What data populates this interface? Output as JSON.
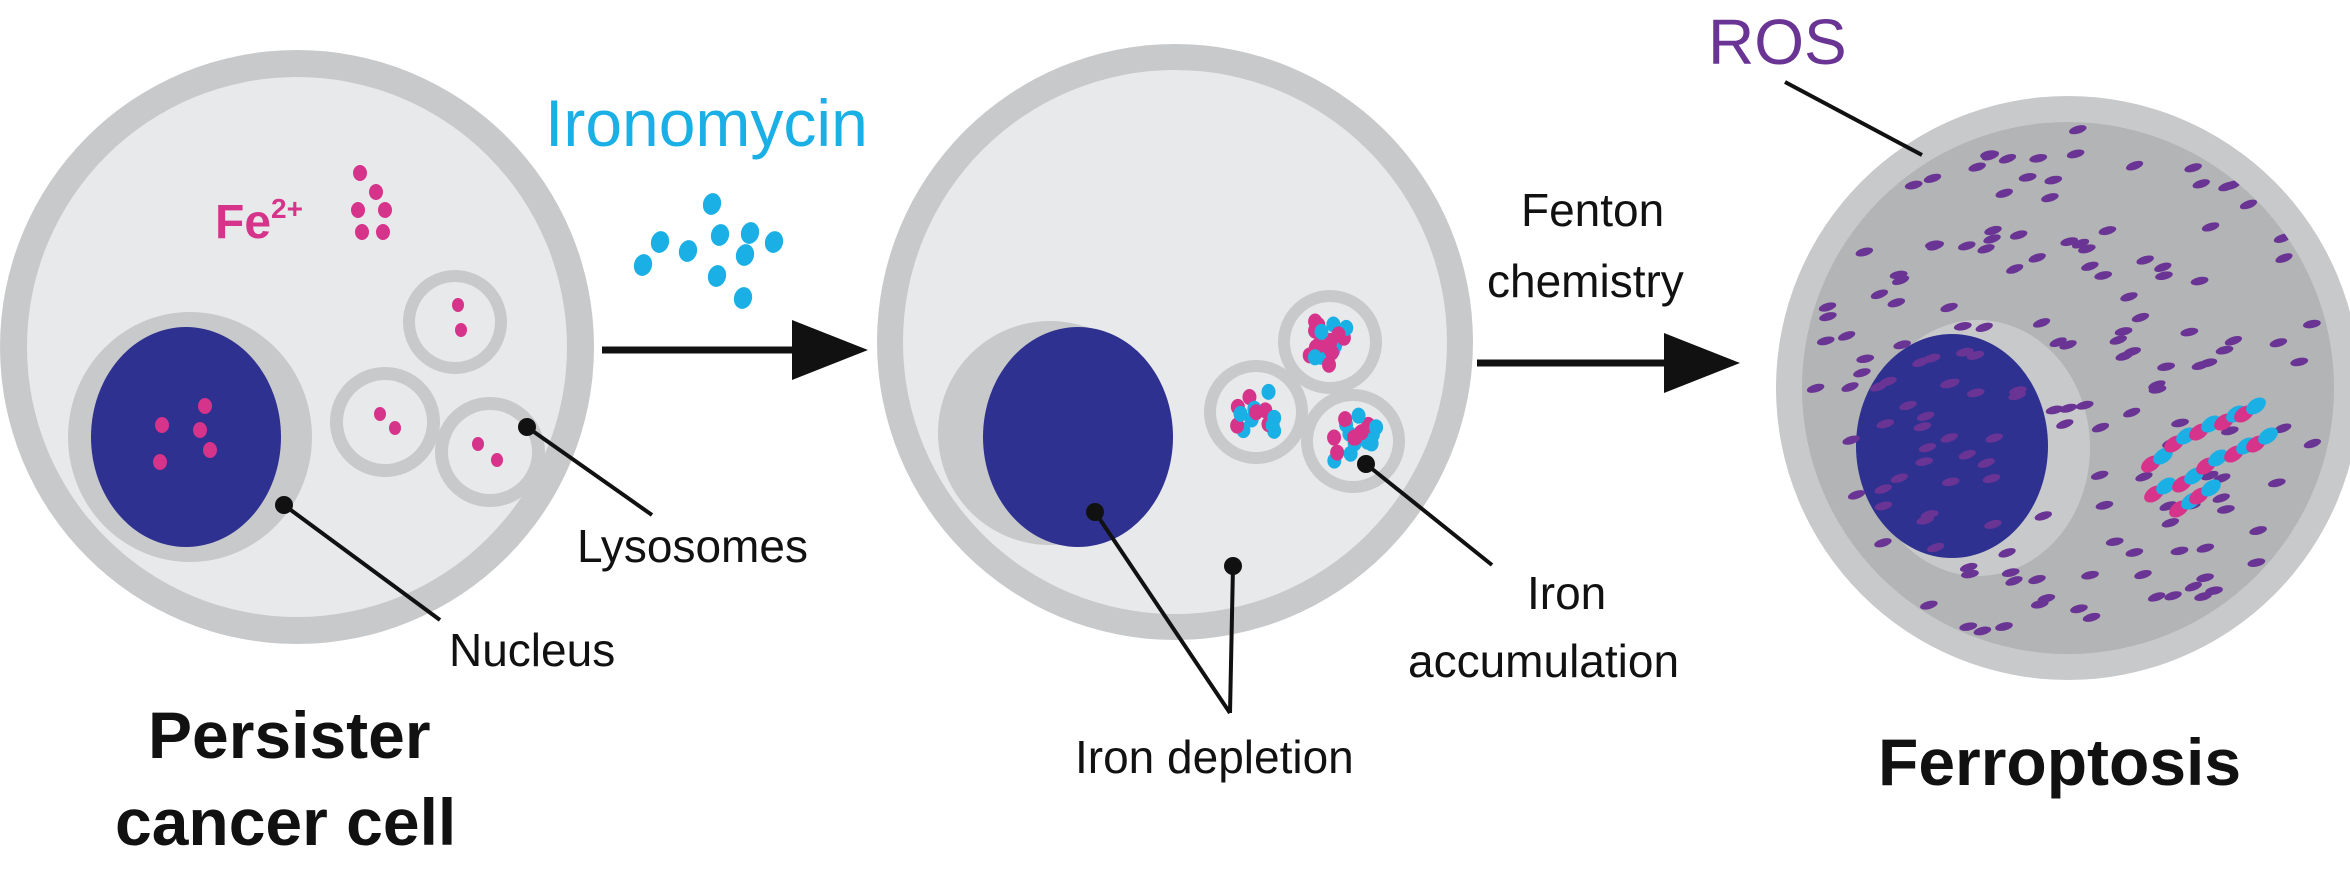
{
  "labels": {
    "fe": "Fe",
    "fe_charge": "2+",
    "ironomycin": "Ironomycin",
    "fenton_line1": "Fenton",
    "fenton_line2": "chemistry",
    "ros": "ROS",
    "lysosomes": "Lysosomes",
    "nucleus": "Nucleus",
    "iron_accumulation_line1": "Iron",
    "iron_accumulation_line2": "accumulation",
    "iron_depletion": "Iron depletion",
    "persister_line1": "Persister",
    "persister_line2": "cancer cell",
    "ferroptosis": "Ferroptosis"
  },
  "colors": {
    "membrane": "#c8c9cb",
    "cytoplasm": "#e8e9eb",
    "cytoplasm_dark": "#b3b4b6",
    "nucleus": "#2e3190",
    "iron": "#d6338a",
    "drug": "#1ab0e6",
    "ros": "#6a3494",
    "ink": "#111111"
  },
  "icons": [
    "cell-icon",
    "nucleus-icon",
    "lysosome-icon",
    "arrow-icon",
    "iron-ion-icon",
    "drug-molecule-icon",
    "ros-particle-icon"
  ]
}
